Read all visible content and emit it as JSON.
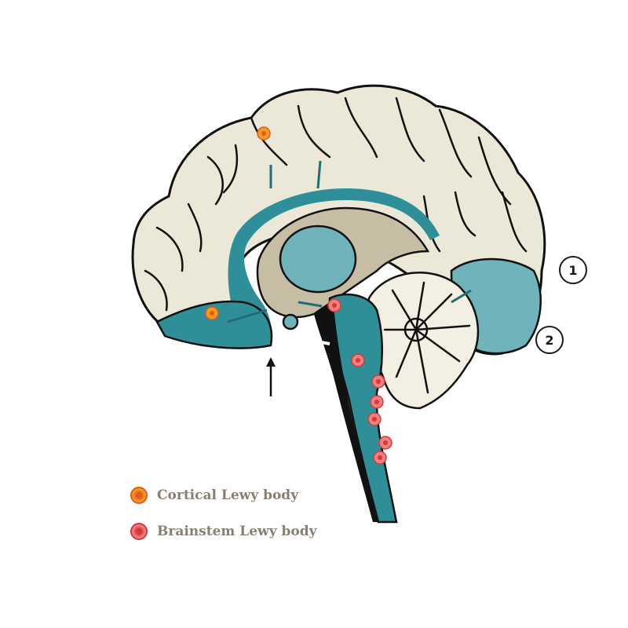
{
  "callouts": [
    {
      "label": "1"
    },
    {
      "label": "2"
    }
  ],
  "legend": [
    {
      "label": "Cortical Lewy body",
      "color": "#f59a23",
      "ring": "#e05a1c"
    },
    {
      "label": "Brainstem Lewy body",
      "color": "#f08080",
      "ring": "#d23a3a"
    }
  ],
  "colors": {
    "cortex": "#ece8d8",
    "outline": "#111111",
    "teal": "#2f8f99",
    "teal_dark": "#1f6d78",
    "teal_light": "#6fb4bb",
    "inner_tan": "#c7bca4",
    "inner_tan_dark": "#a9a08b",
    "cerebellum": "#f3efe2"
  },
  "lewy_body_counts": {
    "cortical": 2,
    "brainstem": 7
  }
}
